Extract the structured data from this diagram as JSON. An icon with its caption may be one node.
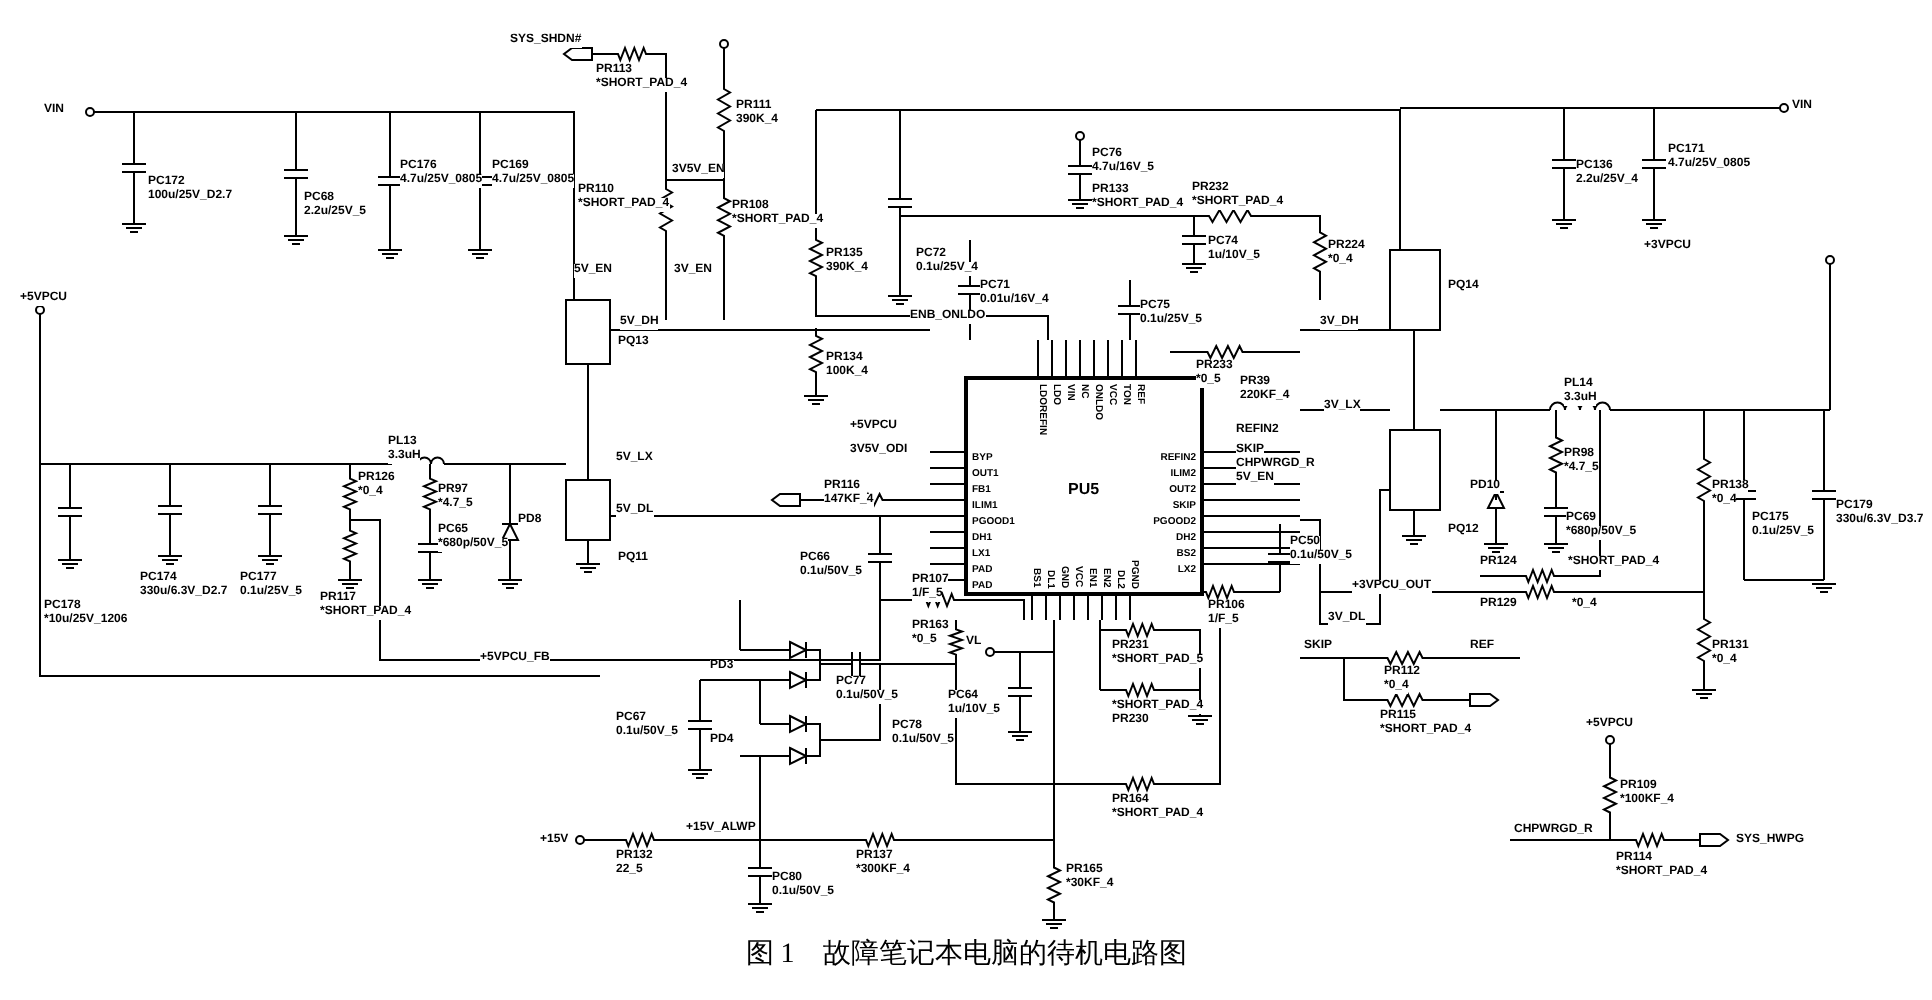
{
  "diagram": {
    "caption": "图 1　故障笔记本电脑的待机电路图",
    "nodes": [
      {
        "text": [
          "PU5",
          "BYP",
          "OUT1",
          "FB1",
          "ILIM1",
          "PGOOD1",
          "DH1",
          "LX1",
          "PAD",
          "PAD",
          "LDOREFIN",
          "LDO",
          "VIN",
          "NC",
          "ONLDO",
          "VCC",
          "TON",
          "REF",
          "REFIN2",
          "ILIM2",
          "OUT2",
          "SKIP",
          "PGOOD2",
          "DH2",
          "BS2",
          "LX2",
          "BS1",
          "DL1",
          "GND",
          "VCC",
          "EN1",
          "EN2",
          "DL2",
          "PGND"
        ]
      }
    ],
    "labels": [
      "SYS_SHDN#",
      "PR113",
      "*SHORT_PAD_4",
      "PR111",
      "390K_4",
      "VIN",
      "3V5V_EN",
      "PR110",
      "*SHORT_PAD_4",
      "PR108",
      "*SHORT_PAD_4",
      "PC172",
      "100u/25V_D2.7",
      "PC176",
      "4.7u/25V_0805",
      "PC169",
      "4.7u/25V_0805",
      "VIN",
      "PC76",
      "4.7u/16V_5",
      "PR133",
      "*SHORT_PAD_4",
      "PR232",
      "*SHORT_PAD_4",
      "PC136",
      "2.2u/25V_4",
      "PC171",
      "4.7u/25V_0805",
      "PR224",
      "*0_4",
      "PC74",
      "1u/10V_5",
      "PR135",
      "390K_4",
      "PC72",
      "0.1u/25V_4",
      "PC71",
      "0.01u/16V_4",
      "PC68",
      "2.2u/25V_5",
      "5V_EN",
      "3V_EN",
      "PC75",
      "0.1u/25V_5",
      "ENB_ONLDO",
      "PR233",
      "*0_5",
      "+3VPCU",
      "PR134",
      "100K_4",
      "+5VPCU",
      "PQ13",
      "5V_DH",
      "PQ14",
      "3V_DH",
      "+5VPCU",
      "PR39",
      "220KF_4",
      "PL13",
      "3.3uH",
      "PL14",
      "3.3uH",
      "5V_LX",
      "3V_LX",
      "PR116",
      "147KF_4",
      "3V5V_ODI",
      "REFIN2",
      "SKIP",
      "CHPWRGD_R",
      "5V_EN",
      "PR126",
      "*0_4",
      "PC177",
      "0.1u/25V_5",
      "PR97",
      "*4.7_5",
      "PD8",
      "PD10",
      "PR98",
      "*4.7_5",
      "PR138",
      "*0_4",
      "5V_DL",
      "PC174",
      "330u/6.3V_D2.7",
      "PR117",
      "*SHORT_PAD_4",
      "PC178",
      "*10u/25V_1206",
      "PC65",
      "*680p/50V_5",
      "PQ11",
      "PC69",
      "*680p/50V_5",
      "PC175",
      "0.1u/25V_5",
      "PC179",
      "330u/6.3V_D3.7",
      "PQ12",
      "PC66",
      "0.1u/50V_5",
      "PC50",
      "0.1u/50V_5",
      "PR107",
      "1/F_5",
      "PR106",
      "1/F_5",
      "+3VPCU_OUT",
      "3V_DL",
      "PR124",
      "*SHORT_PAD_4",
      "PR129",
      "*0_4",
      "+5VPCU_FB",
      "PR163",
      "*0_5",
      "VL",
      "SKIP",
      "REF",
      "PR112",
      "*0_4",
      "PR115",
      "*SHORT_PAD_4",
      "PR131",
      "*0_4",
      "PC77",
      "0.1u/50V_5",
      "PC64",
      "1u/10V_5",
      "PR231",
      "*SHORT_PAD_5",
      "*SHORT_PAD_4",
      "PR230",
      "PD3",
      "PC67",
      "0.1u/50V_5",
      "PD4",
      "PR164",
      "*SHORT_PAD_4",
      "PC78",
      "0.1u/50V_5",
      "+5VPCU",
      "PR109",
      "*100KF_4",
      "+15V",
      "+15V_ALWP",
      "PR132",
      "22_5",
      "PR137",
      "*300KF_4",
      "CHPWRGD_R",
      "SYS_HWPG",
      "PR114",
      "*SHORT_PAD_4",
      "PC80",
      "0.1u/50V_5",
      "PR165",
      "*30KF_4"
    ]
  }
}
